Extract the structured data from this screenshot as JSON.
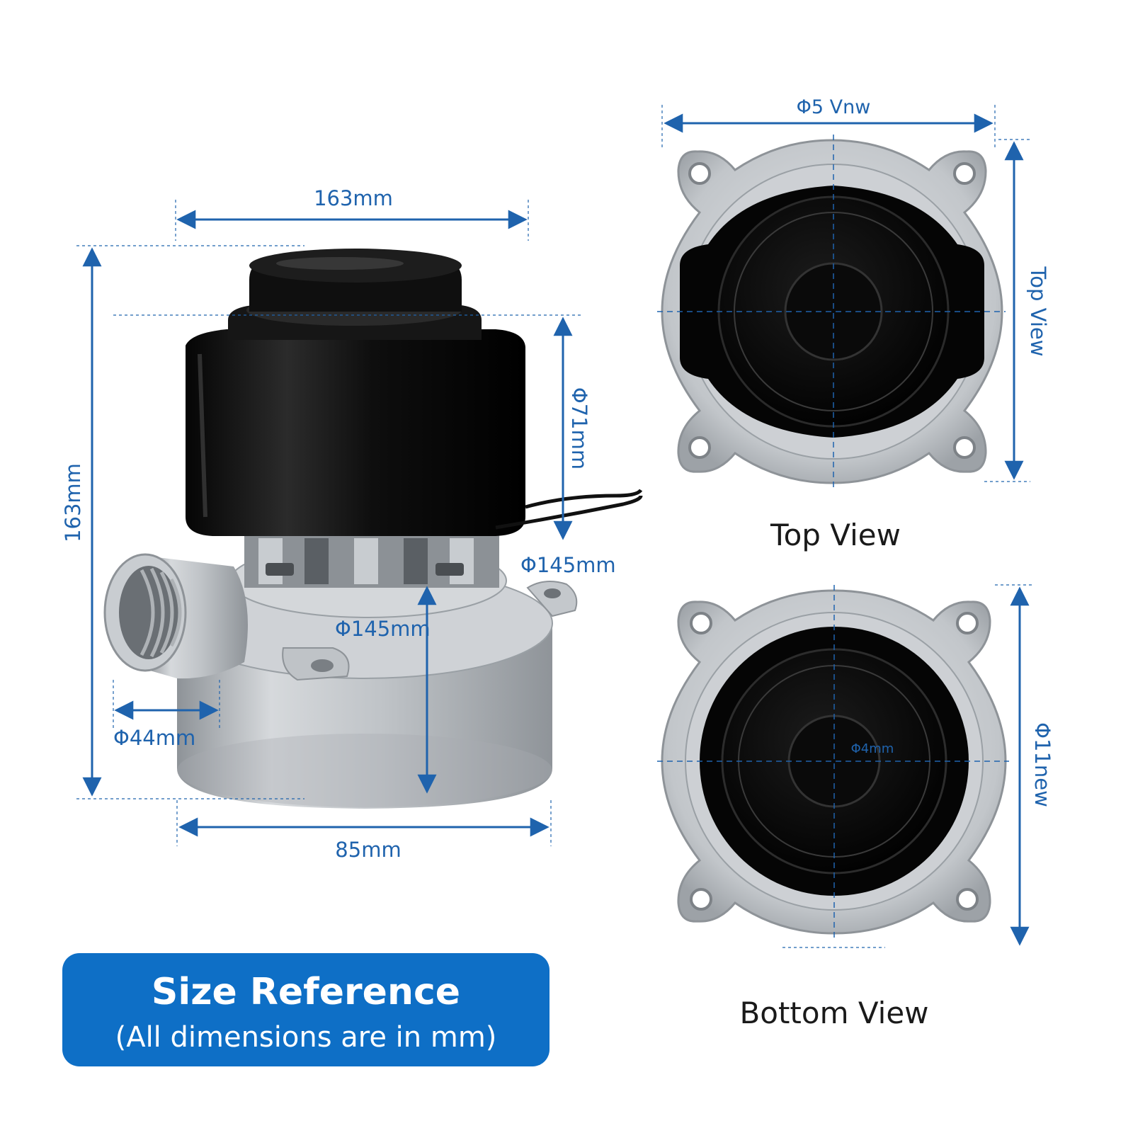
{
  "dimensions": {
    "top_width": "163mm",
    "left_height": "163mm",
    "inner_height": "Φ71mm",
    "side_diameter": "Φ145mm",
    "base_diameter": "Φ145mm",
    "inlet_diameter": "Φ44mm",
    "base_width": "85mm"
  },
  "top_view": {
    "label": "Top View",
    "width_label": "Φ5 Vnw",
    "height_label": "Top View"
  },
  "bottom_view": {
    "label": "Bottom View",
    "center_label": "Φ4mm",
    "height_label": "Φ11new"
  },
  "badge": {
    "title": "Size Reference",
    "subtitle": "(All dimensions are in mm)"
  },
  "colors": {
    "accent": "#1f63ad",
    "badge": "#0e6fc6",
    "metal": "#b9bdc2",
    "black_cap": "#0d0d0d"
  }
}
